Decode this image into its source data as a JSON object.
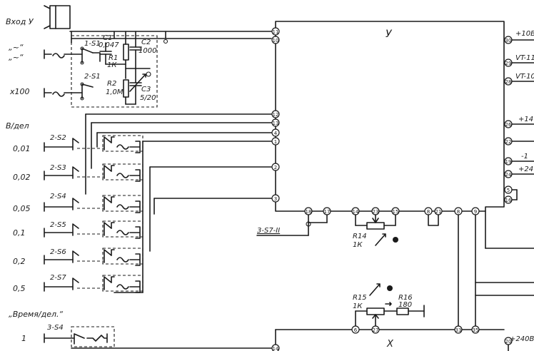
{
  "labels": {
    "input_y": "Вход У",
    "mode_ac": "„~“",
    "mode_dc": "„~“",
    "x100": "x100",
    "volts_div": "В/дел",
    "time_div": "„Время/дел.“",
    "one": "1",
    "block_y": "У",
    "block_x": "Х",
    "s7_ref": "3-S7-II"
  },
  "switches": {
    "s1a": "1-S1",
    "s1b": "2-S1",
    "s2": "2-S2",
    "s3": "2-S3",
    "s4": "2-S4",
    "s5": "2-S5",
    "s6": "2-S6",
    "s7": "2-S7",
    "s34": "3-S4"
  },
  "ranges": [
    "0,01",
    "0,02",
    "0,05",
    "0,1",
    "0,2",
    "0,5"
  ],
  "components": {
    "c1": "C1",
    "c1v": "0,047",
    "c2": "C2",
    "c2v": "1000",
    "c3": "C3",
    "c3v": "5/20",
    "r1": "R1",
    "r1v": "1К",
    "r2": "R2",
    "r2v": "1,0М",
    "r14": "R14",
    "r14v": "1К",
    "r15": "R15",
    "r15v": "1К",
    "r16": "R16",
    "r16v": "180"
  },
  "right_labels": {
    "p1": "+10В",
    "p2": "VT-11",
    "p3": "VT-10",
    "p4": "+14",
    "p5": "-1",
    "p6": "+24",
    "p7": "+240В"
  },
  "pins": {
    "p11": "11",
    "p10": "10",
    "p12": "12",
    "p13": "13",
    "p4": "4",
    "p1": "1",
    "p2": "2",
    "p3": "3",
    "p18": "18",
    "p17": "17",
    "p14a": "14",
    "p23": "23",
    "p15": "15",
    "p8": "8",
    "p21": "21",
    "p8b": "8",
    "p9": "9",
    "p6": "6",
    "p27": "27",
    "p33": "33",
    "p35": "35",
    "p14b": "14",
    "r30": "30",
    "r29": "29",
    "r28": "28",
    "r26": "26",
    "r22": "22",
    "r19": "19",
    "r24": "24",
    "r5": "5",
    "r16": "16",
    "r20": "20"
  }
}
